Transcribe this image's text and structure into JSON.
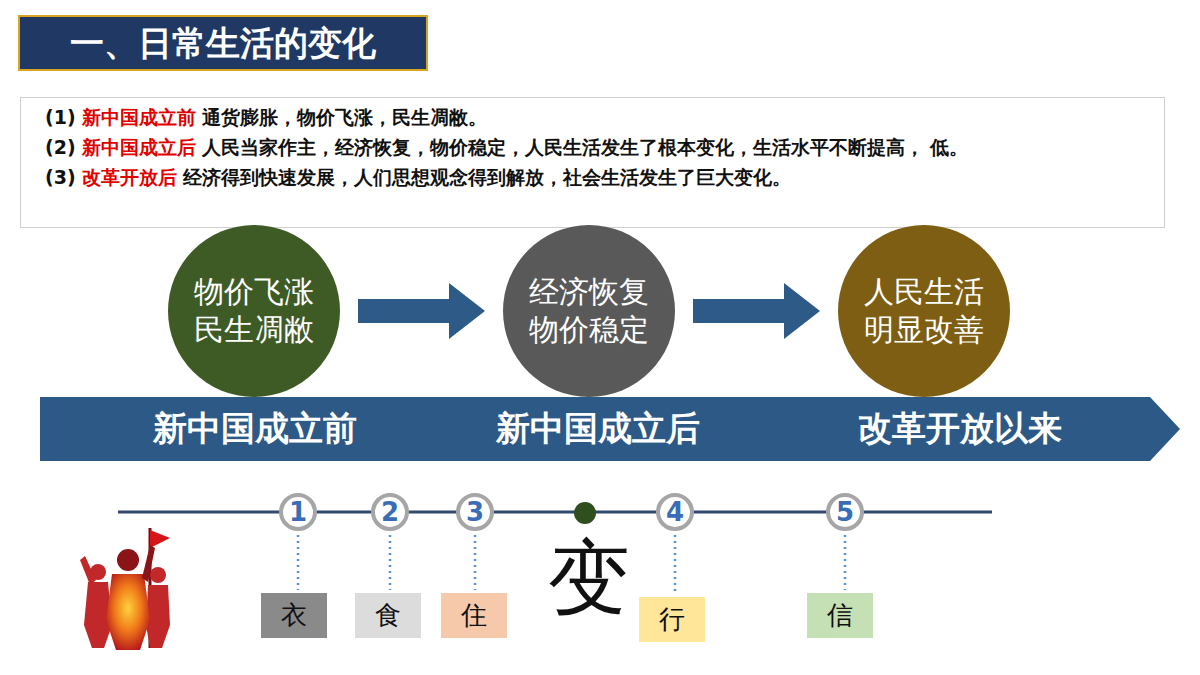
{
  "diagram": {
    "title": "一、日常生活的变化",
    "nodes": [
      {
        "text": [
          "(1)",
          "新中国成立前",
          "通货膨胀，物价飞涨，民生凋敝。",
          "(2)",
          "新中国成立后",
          "人民当家作主，经济恢复，物价稳定，人民生活发生了根本变化，生活水平不断提高， 低。",
          "(3)",
          "改革开放后",
          "经济得到快速发展，人们思想观念得到解放，社会生活发生了巨大变化。"
        ]
      },
      {
        "text": [
          "物价飞涨 民生凋敝"
        ]
      },
      {
        "text": [
          "经济恢复 物价稳定"
        ]
      },
      {
        "text": [
          "人民生活 明显改善"
        ]
      },
      {
        "text": [
          "新中国成立前",
          "新中国成立后",
          "改革开放以来"
        ]
      },
      {
        "text": [
          "1"
        ]
      },
      {
        "text": [
          "2"
        ]
      },
      {
        "text": [
          "3"
        ]
      },
      {
        "text": [
          "4"
        ]
      },
      {
        "text": [
          "5"
        ]
      },
      {
        "text": [
          "衣"
        ]
      },
      {
        "text": [
          "食"
        ]
      },
      {
        "text": [
          "住"
        ]
      },
      {
        "text": [
          "行"
        ]
      },
      {
        "text": [
          "信"
        ]
      }
    ],
    "edges": [
      {
        "from": 1,
        "to": 2,
        "arrow": "to"
      },
      {
        "from": 2,
        "to": 3,
        "arrow": "to"
      },
      {
        "from": 5,
        "to": 10,
        "arrow": "none"
      },
      {
        "from": 6,
        "to": 11,
        "arrow": "none"
      },
      {
        "from": 7,
        "to": 12,
        "arrow": "none"
      },
      {
        "from": 8,
        "to": 13,
        "arrow": "none"
      },
      {
        "from": 9,
        "to": 14,
        "arrow": "none"
      }
    ],
    "labels": [
      "变"
    ]
  }
}
